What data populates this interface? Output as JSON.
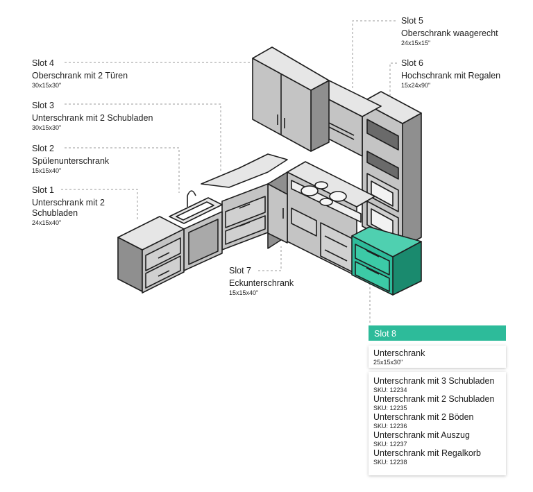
{
  "slots": [
    {
      "slot": "Slot 1",
      "name": "Unterschrank mit 2 Schubladen",
      "dim": "24x15x40\""
    },
    {
      "slot": "Slot 2",
      "name": "Spülenunterschrank",
      "dim": "15x15x40\""
    },
    {
      "slot": "Slot 3",
      "name": "Unterschrank mit 2 Schubladen",
      "dim": "30x15x30\""
    },
    {
      "slot": "Slot 4",
      "name": "Oberschrank mit 2 Türen",
      "dim": "30x15x30\""
    },
    {
      "slot": "Slot 5",
      "name": "Oberschrank waagerecht",
      "dim": "24x15x15\""
    },
    {
      "slot": "Slot 6",
      "name": "Hochschrank mit Regalen",
      "dim": "15x24x90\""
    },
    {
      "slot": "Slot 7",
      "name": "Eckunterschrank",
      "dim": "15x15x40\""
    }
  ],
  "panel": {
    "header": "Slot 8",
    "selected_name": "Unterschrank",
    "selected_dim": "25x15x30\"",
    "options": [
      {
        "name": "Unterschrank mit 3 Schubladen",
        "sku": "SKU: 12234"
      },
      {
        "name": "Unterschrank mit 2 Schubladen",
        "sku": "SKU: 12235"
      },
      {
        "name": "Unterschrank mit 2 Böden",
        "sku": "SKU: 12236"
      },
      {
        "name": "Unterschrank mit Auszug",
        "sku": "SKU: 12237"
      },
      {
        "name": "Unterschrank mit Regalkorb",
        "sku": "SKU: 12238"
      }
    ]
  },
  "colors": {
    "highlight": "#2dbb9a",
    "highlight_dark": "#1a8a6e",
    "cabinet": "#b8b8b8",
    "top": "#e6e6e6",
    "ink": "#1e1e1e"
  }
}
